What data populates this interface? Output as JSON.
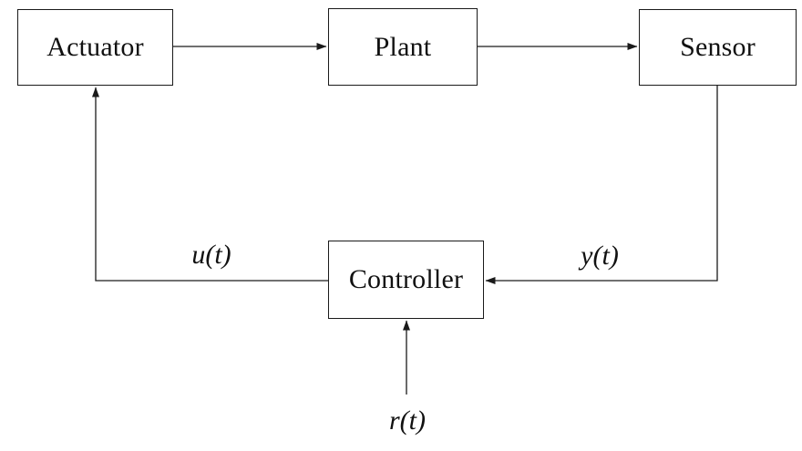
{
  "diagram": {
    "blocks": {
      "actuator": {
        "label": "Actuator"
      },
      "plant": {
        "label": "Plant"
      },
      "sensor": {
        "label": "Sensor"
      },
      "controller": {
        "label": "Controller"
      }
    },
    "signals": {
      "control_input": {
        "label": "u(t)"
      },
      "measured_output": {
        "label": "y(t)"
      },
      "reference_input": {
        "label": "r(t)"
      }
    },
    "connections": [
      {
        "from": "Actuator",
        "to": "Plant",
        "label": ""
      },
      {
        "from": "Plant",
        "to": "Sensor",
        "label": ""
      },
      {
        "from": "Sensor",
        "to": "Controller",
        "label": "y(t)"
      },
      {
        "from": "Controller",
        "to": "Actuator",
        "label": "u(t)"
      },
      {
        "from": "r(t)",
        "to": "Controller",
        "label": "r(t)"
      }
    ]
  },
  "colors": {
    "bg": "#ffffff",
    "line": "#1a1a1a",
    "text": "#111111"
  }
}
